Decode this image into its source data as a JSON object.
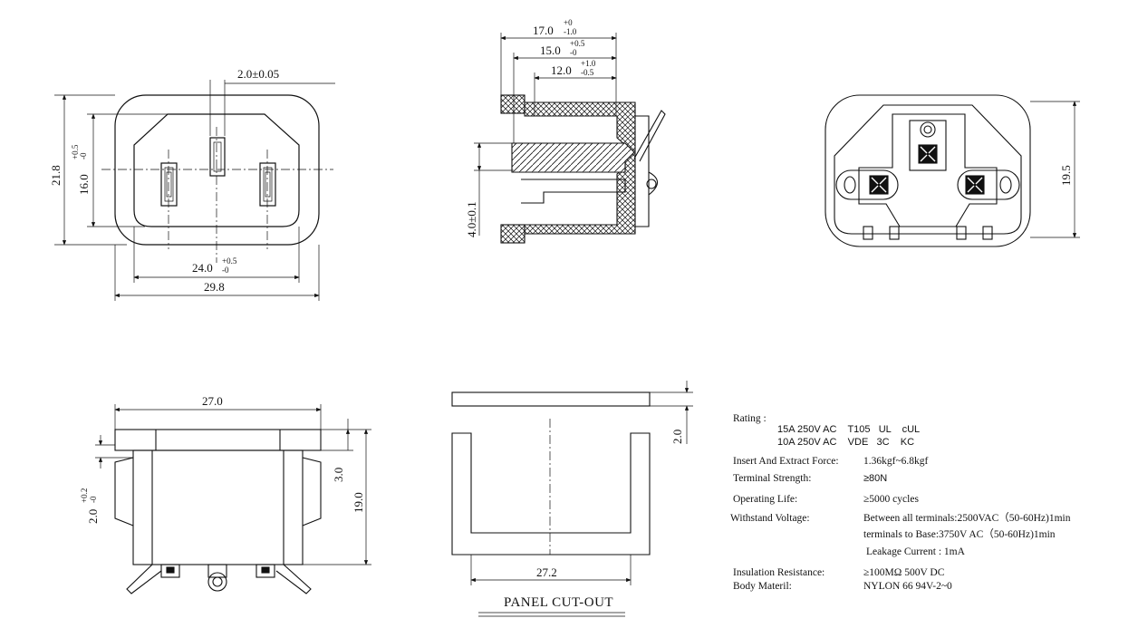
{
  "dimensions": {
    "top_front": {
      "pin_width": "2.0±0.05",
      "height_total": "21.8",
      "inner_height_main": "16.0",
      "inner_height_tol_upper": "+0.5",
      "inner_height_tol_lower": "-0",
      "inner_width_main": "24.0",
      "inner_width_tol_upper": "+0.5",
      "inner_width_tol_lower": "-0",
      "outer_width": "29.8"
    },
    "side_section": {
      "d1_main": "17.0",
      "d1_up": "+0",
      "d1_lo": "-1.0",
      "d2_main": "15.0",
      "d2_up": "+0.5",
      "d2_lo": "-0",
      "d3_main": "12.0",
      "d3_up": "+1.0",
      "d3_lo": "-0.5",
      "pin_offset": "4.0±0.1"
    },
    "rear": {
      "height": "19.5"
    },
    "bottom_front": {
      "flange_width": "27.0",
      "flange_thickness": "3.0",
      "body_height": "19.0",
      "side_main": "2.0",
      "side_up": "+0.2",
      "side_lo": "-0"
    },
    "cutout": {
      "wall_thickness": "2.0",
      "width": "27.2",
      "title": "PANEL CUT-OUT"
    }
  },
  "specs": {
    "rating_label": "Rating :",
    "rating_line1": "15A 250V AC    T105   UL    cUL",
    "rating_line2": "10A 250V AC    VDE   3C    KC",
    "insert_label": "Insert And Extract Force:",
    "insert_value": "1.36kgf~6.8kgf",
    "terminal_label": "Terminal  Strength:",
    "terminal_value": "≥80N",
    "life_label": "Operating Life:",
    "life_value": "≥5000  cycles",
    "voltage_label": "Withstand Voltage:",
    "voltage_value1": "Between all terminals:2500VAC（50-60Hz)1min",
    "voltage_value2": "terminals to Base:3750V AC（50-60Hz)1min",
    "voltage_value3": "Leakage Current :  1mA",
    "insulation_label": "Insulation Resistance:",
    "insulation_value": "≥100MΩ   500V DC",
    "body_label": "Body Materil:",
    "body_value": "NYLON 66   94V-2~0"
  },
  "colors": {
    "line": "#111111",
    "background": "#ffffff"
  }
}
